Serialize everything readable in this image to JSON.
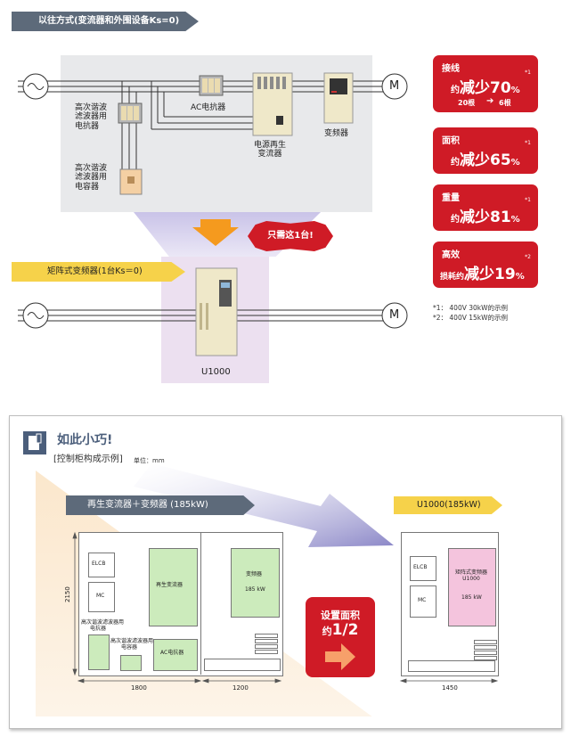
{
  "top": {
    "old_method_banner": "以往方式(变流器和外围设备Ks=0)",
    "harmonic_reactor": [
      "高次谐波",
      "滤波器用",
      "电抗器"
    ],
    "harmonic_capacitor": [
      "高次谐波",
      "滤波器用",
      "电容器"
    ],
    "ac_reactor": "AC电抗器",
    "regen_converter": [
      "电源再生",
      "变流器"
    ],
    "inverter": "变频器",
    "motor": "M",
    "only_one": "只需这1台!",
    "matrix_banner": "矩阵式变频器(1台Ks＝0)",
    "u1000": "U1000"
  },
  "benefits": [
    {
      "label": "接线",
      "prefix": "约",
      "verb": "减少",
      "value": "70",
      "unit": "%",
      "note": "*1",
      "extra_from": "20根",
      "extra_to": "6根"
    },
    {
      "label": "面积",
      "prefix": "约",
      "verb": "减少",
      "value": "65",
      "unit": "%",
      "note": "*1"
    },
    {
      "label": "重量",
      "prefix": "约",
      "verb": "减少",
      "value": "81",
      "unit": "%",
      "note": "*1"
    },
    {
      "label": "高效",
      "prefix": "损耗约",
      "verb": "减少",
      "value": "19",
      "unit": "%",
      "note": "*2"
    }
  ],
  "notes": [
    "*1：  400V   30kW的示例",
    "*2：  400V   15kW的示例"
  ],
  "bottom": {
    "title": "如此小巧!",
    "subtitle": "[控制柜构成示例]",
    "unit": "单位：mm",
    "left_banner": "再生变流器＋变频器 (185kW)",
    "right_banner": "U1000(185kW)",
    "elcb": "ELCB",
    "mc": "MC",
    "regen_converter": "再生变流器",
    "inverter": "变频器",
    "inverter_kw": "185 kW",
    "harm_reactor": [
      "高次谐波滤波器用",
      "电抗器"
    ],
    "harm_cap": [
      "高次谐波滤波器用",
      "电容器"
    ],
    "ac_reactor": "AC电抗器",
    "matrix": [
      "矩阵式变频器",
      "U1000"
    ],
    "matrix_kw": "185 kW",
    "height_dim": "2150",
    "w1": "1800",
    "w2": "1200",
    "w3": "1450",
    "area_line1": "设置面积",
    "area_prefix": "约",
    "area_value": "1/2"
  }
}
